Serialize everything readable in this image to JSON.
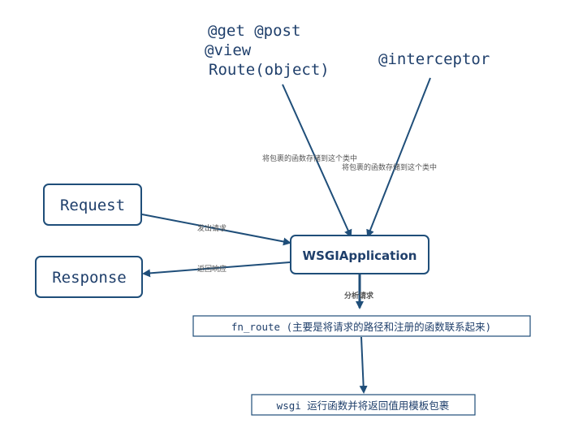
{
  "decorators": {
    "line1": "@get @post",
    "line2": "@view",
    "line3": "Route(object)",
    "interceptor": "@interceptor"
  },
  "nodes": {
    "request": "Request",
    "response": "Response",
    "wsgi_application": "WSGIApplication",
    "fn_route": "fn_route (主要是将请求的路径和注册的函数联系起来)",
    "wsgi_run": "wsgi 运行函数并将返回值用模板包裹"
  },
  "edges": {
    "store_route": "将包裹的函数存储到这个类中",
    "store_interceptor": "将包裹的函数存储到这个类中",
    "send_request": "发出请求",
    "return_response": "返回响应",
    "analyze_request": "分析请求"
  },
  "colors": {
    "primary": "#1f4e79",
    "text": "#1f3f6b"
  }
}
